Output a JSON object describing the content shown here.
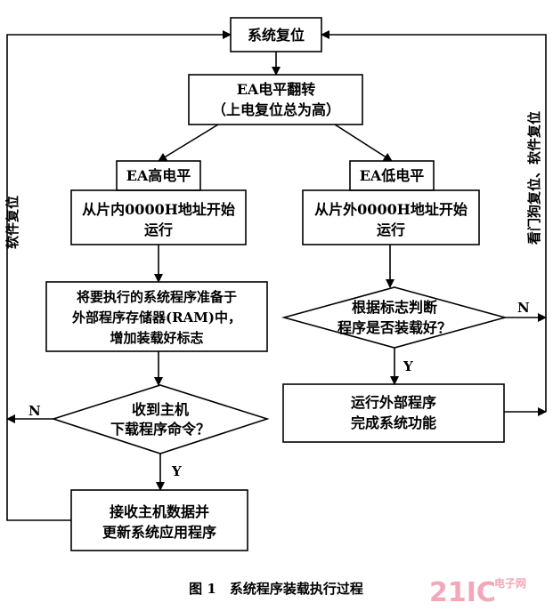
{
  "diagram": {
    "nodes": {
      "reset": "系统复位",
      "ea_flip_1": "EA电平翻转",
      "ea_flip_2": "（上电复位总为高）",
      "ea_high": "EA高电平",
      "inner_run_1": "从片内0000H地址开始",
      "inner_run_2": "运行",
      "ea_low": "EA低电平",
      "outer_run_1": "从片外0000H地址开始",
      "outer_run_2": "运行",
      "prepare_1": "将要执行的系统程序准备于",
      "prepare_2": "外部程序存储器(RAM)中，",
      "prepare_3": "增加装载好标志",
      "recv_cmd_1": "收到主机",
      "recv_cmd_2": "下载程序命令？",
      "check_flag_1": "根据标志判断",
      "check_flag_2": "程序是否装载好？",
      "run_external_1": "运行外部程序",
      "run_external_2": "完成系统功能",
      "recv_data_1": "接收主机数据并",
      "recv_data_2": "更新系统应用程序"
    },
    "labels": {
      "yes": "Y",
      "no": "N",
      "left_loop": "软件复位",
      "right_loop": "看门狗复位、软件复位"
    },
    "caption": "图 1　系统程序装载执行过程",
    "watermark": {
      "main": "21IC",
      "sub": "电子网"
    }
  }
}
